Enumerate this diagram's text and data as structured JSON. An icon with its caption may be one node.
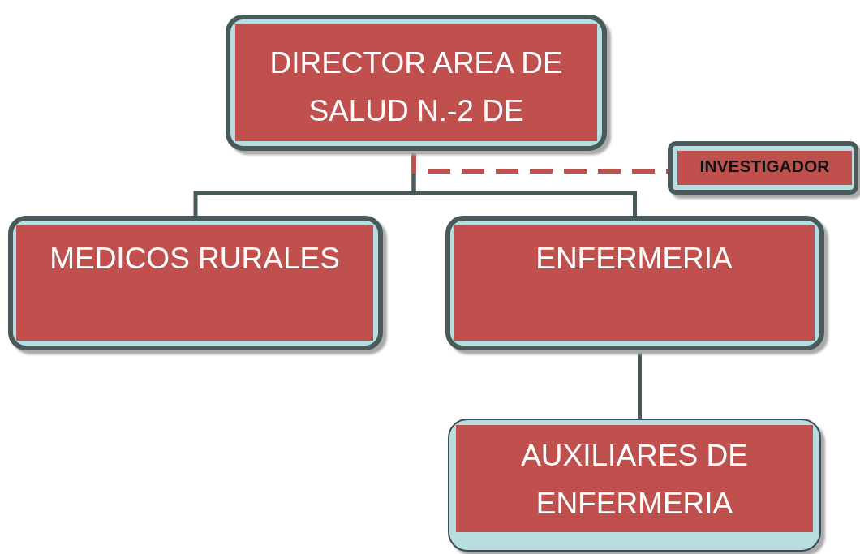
{
  "diagram": {
    "nodes": [
      {
        "text": [
          "DIRECTOR AREA DE SALUD N.-2 DE"
        ]
      },
      {
        "text": [
          "INVESTIGADOR"
        ]
      },
      {
        "text": [
          "MEDICOS RURALES"
        ]
      },
      {
        "text": [
          "ENFERMERIA"
        ]
      },
      {
        "text": [
          "AUXILIARES DE ENFERMERIA"
        ]
      }
    ],
    "edges": [
      {
        "from": 0,
        "to": 1,
        "arrow": "none",
        "style": "dashed",
        "color": "#c0504d"
      },
      {
        "from": 0,
        "to": 2,
        "arrow": "none"
      },
      {
        "from": 0,
        "to": 3,
        "arrow": "none"
      },
      {
        "from": 3,
        "to": 4,
        "arrow": "none"
      }
    ]
  }
}
